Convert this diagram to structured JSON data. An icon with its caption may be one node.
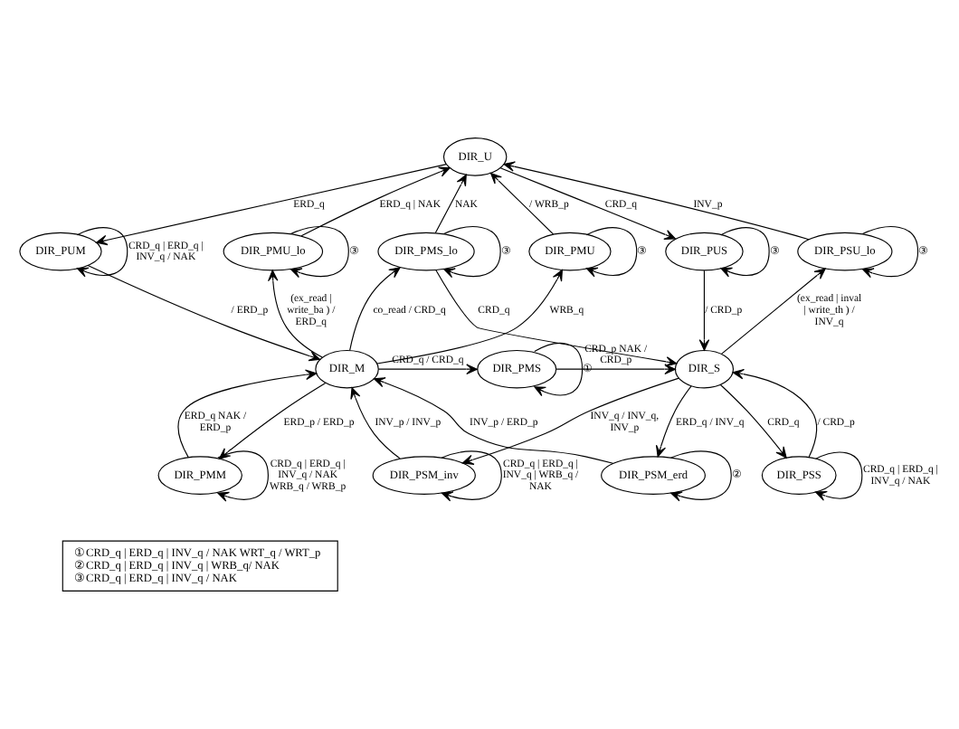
{
  "diagram": {
    "nodes": [
      {
        "text": [
          "DIR_U"
        ]
      },
      {
        "text": [
          "DIR_PSU_lo"
        ]
      },
      {
        "text": [
          "DIR_PUS"
        ]
      },
      {
        "text": [
          "DIR_PMS_lo"
        ]
      },
      {
        "text": [
          "DIR_PMU"
        ]
      },
      {
        "text": [
          "DIR_PUM"
        ]
      },
      {
        "text": [
          "DIR_PMU_lo"
        ]
      },
      {
        "text": [
          "DIR_S"
        ]
      },
      {
        "text": [
          "DIR_PMS"
        ]
      },
      {
        "text": [
          "DIR_PSM_erd"
        ]
      },
      {
        "text": [
          "DIR_M"
        ]
      },
      {
        "text": [
          "DIR_PSS"
        ]
      },
      {
        "text": [
          "DIR_PSM_inv"
        ]
      },
      {
        "text": [
          "DIR_PMM"
        ]
      },
      {
        "text": [
          "① CRD_q | ERD_q | INV_q / NAK WRT_q / WRT_p",
          "② CRD_q | ERD_q | INV_q | WRB_q/ NAK",
          "③ CRD_q | ERD_q | INV_q / NAK"
        ]
      }
    ],
    "edges": [
      {
        "from": 1,
        "to": 0,
        "arrow": "to",
        "label": "INV_p"
      },
      {
        "from": 0,
        "to": 2,
        "arrow": "to",
        "label": "CRD_q"
      },
      {
        "from": 3,
        "to": 0,
        "arrow": "to",
        "label": "NAK"
      },
      {
        "from": 4,
        "to": 0,
        "arrow": "to",
        "label": "/ WRB_p"
      },
      {
        "from": 0,
        "to": 5,
        "arrow": "to",
        "label": "ERD_q"
      },
      {
        "from": 6,
        "to": 0,
        "arrow": "to",
        "label": "ERD_q | NAK"
      },
      {
        "from": 1,
        "to": 1,
        "arrow": "to",
        "label": "③"
      },
      {
        "from": 2,
        "to": 2,
        "arrow": "to",
        "label": "③"
      },
      {
        "from": 3,
        "to": 3,
        "arrow": "to",
        "label": "③"
      },
      {
        "from": 4,
        "to": 4,
        "arrow": "to",
        "label": "③"
      },
      {
        "from": 5,
        "to": 5,
        "arrow": "to",
        "label": "CRD_q | ERD_q | INV_q / NAK"
      },
      {
        "from": 6,
        "to": 6,
        "arrow": "to",
        "label": "③"
      },
      {
        "from": 7,
        "to": 1,
        "arrow": "to",
        "label": "(ex_read | inval | write_th ) / INV_q"
      },
      {
        "from": 2,
        "to": 7,
        "arrow": "to",
        "label": "/ CRD_p"
      },
      {
        "from": 3,
        "to": 7,
        "arrow": "to",
        "label": "CRD_q"
      },
      {
        "from": 10,
        "to": 3,
        "arrow": "to",
        "label": "co_read / CRD_q"
      },
      {
        "from": 10,
        "to": 4,
        "arrow": "to",
        "label": "WRB_q"
      },
      {
        "from": 5,
        "to": 10,
        "arrow": "to",
        "label": "/ ERD_p"
      },
      {
        "from": 10,
        "to": 6,
        "arrow": "to",
        "label": "(ex_read | write_ba ) / ERD_q"
      },
      {
        "from": 8,
        "to": 7,
        "arrow": "to",
        "label": "CRD_p NAK / CRD_p"
      },
      {
        "from": 8,
        "to": 8,
        "arrow": "to",
        "label": "①"
      },
      {
        "from": 10,
        "to": 8,
        "arrow": "to",
        "label": "CRD_q / CRD_q"
      },
      {
        "from": 7,
        "to": 9,
        "arrow": "to",
        "label": "ERD_q / INV_q"
      },
      {
        "from": 9,
        "to": 9,
        "arrow": "to",
        "label": "②"
      },
      {
        "from": 9,
        "to": 10,
        "arrow": "to",
        "label": "INV_p / ERD_p"
      },
      {
        "from": 11,
        "to": 7,
        "arrow": "to",
        "label": "/ CRD_p"
      },
      {
        "from": 7,
        "to": 11,
        "arrow": "to",
        "label": "CRD_q"
      },
      {
        "from": 7,
        "to": 12,
        "arrow": "to",
        "label": "INV_q / INV_q, INV_p"
      },
      {
        "from": 12,
        "to": 10,
        "arrow": "to",
        "label": "INV_p / INV_p"
      },
      {
        "from": 10,
        "to": 13,
        "arrow": "to",
        "label": "ERD_p / ERD_p"
      },
      {
        "from": 13,
        "to": 10,
        "arrow": "to",
        "label": "ERD_q NAK / ERD_p"
      },
      {
        "from": 11,
        "to": 11,
        "arrow": "to",
        "label": "CRD_q | ERD_q | INV_q / NAK"
      },
      {
        "from": 12,
        "to": 12,
        "arrow": "to",
        "label": "CRD_q | ERD_q | INV_q | WRB_q / NAK"
      },
      {
        "from": 13,
        "to": 13,
        "arrow": "to",
        "label": "CRD_q | ERD_q | INV_q / NAK WRB_q / WRB_p"
      }
    ]
  }
}
